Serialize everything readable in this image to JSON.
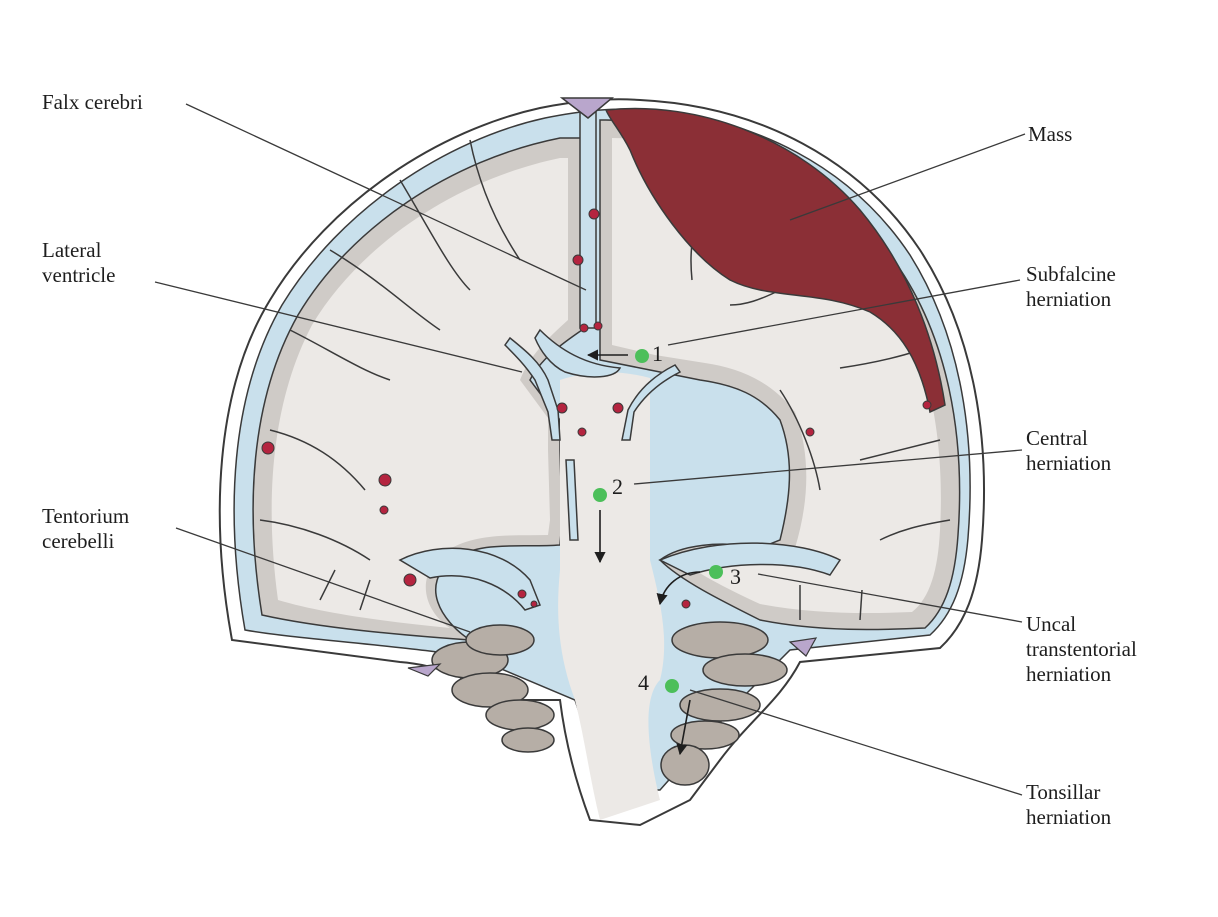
{
  "labels": {
    "falx_cerebri": "Falx cerebri",
    "lateral_ventricle": [
      "Lateral",
      "ventricle"
    ],
    "tentorium_cerebelli": [
      "Tentorium",
      "cerebelli"
    ],
    "mass": "Mass",
    "subfalcine_herniation": [
      "Subfalcine",
      "herniation"
    ],
    "central_herniation": [
      "Central",
      "herniation"
    ],
    "uncal_herniation": [
      "Uncal",
      "transtentorial",
      "herniation"
    ],
    "tonsillar_herniation": [
      "Tonsillar",
      "herniation"
    ]
  },
  "markers": [
    "1",
    "2",
    "3",
    "4"
  ],
  "colors": {
    "tissue": "#ece9e6",
    "gray_matter": "#cfcbc7",
    "csf": "#c9e0ec",
    "mass": "#8b2f36",
    "vessel": "#b4243f",
    "marker": "#4cbf5a",
    "cerebellum": "#b6aea6",
    "sinus": "#b9a6cc",
    "outline": "#3a3a3a"
  },
  "icons": [
    "marker-dot",
    "arrow"
  ]
}
